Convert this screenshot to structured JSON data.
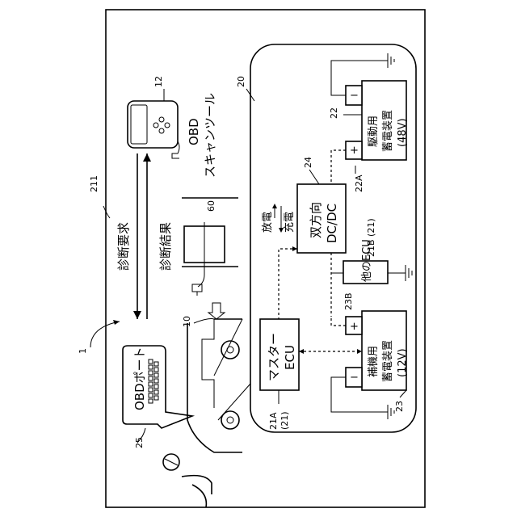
{
  "figure": {
    "system_ref": "1",
    "outer_ref": "211",
    "vehicle_ref": "10",
    "system_box_ref": "20",
    "charger_ref": "60"
  },
  "obd_tool": {
    "ref": "12",
    "label_line1": "OBD",
    "label_line2": "スキャンツール"
  },
  "obd_port": {
    "ref": "25",
    "label": "OBDポート"
  },
  "arrows": {
    "request": "診断要求",
    "result": "診断結果"
  },
  "dcdc": {
    "ref": "24",
    "line1": "双方向",
    "line2": "DC/DC",
    "discharge": "放電",
    "charge": "充電"
  },
  "drive_battery": {
    "ref": "22",
    "terminal_ref": "22A",
    "line1": "駆動用",
    "line2": "蓄電装置",
    "line3": "(48V)"
  },
  "aux_battery": {
    "ref": "23",
    "terminal_ref": "23B",
    "line1": "補機用",
    "line2": "蓄電装置",
    "line3": "(12V)"
  },
  "other_ecu": {
    "ref": "21B (21)",
    "label": "他のECU"
  },
  "master_ecu": {
    "ref_line1": "21A",
    "ref_line2": "(21)",
    "line1": "マスター",
    "line2": "ECU"
  },
  "symbols": {
    "plus": "+",
    "minus": "−"
  }
}
